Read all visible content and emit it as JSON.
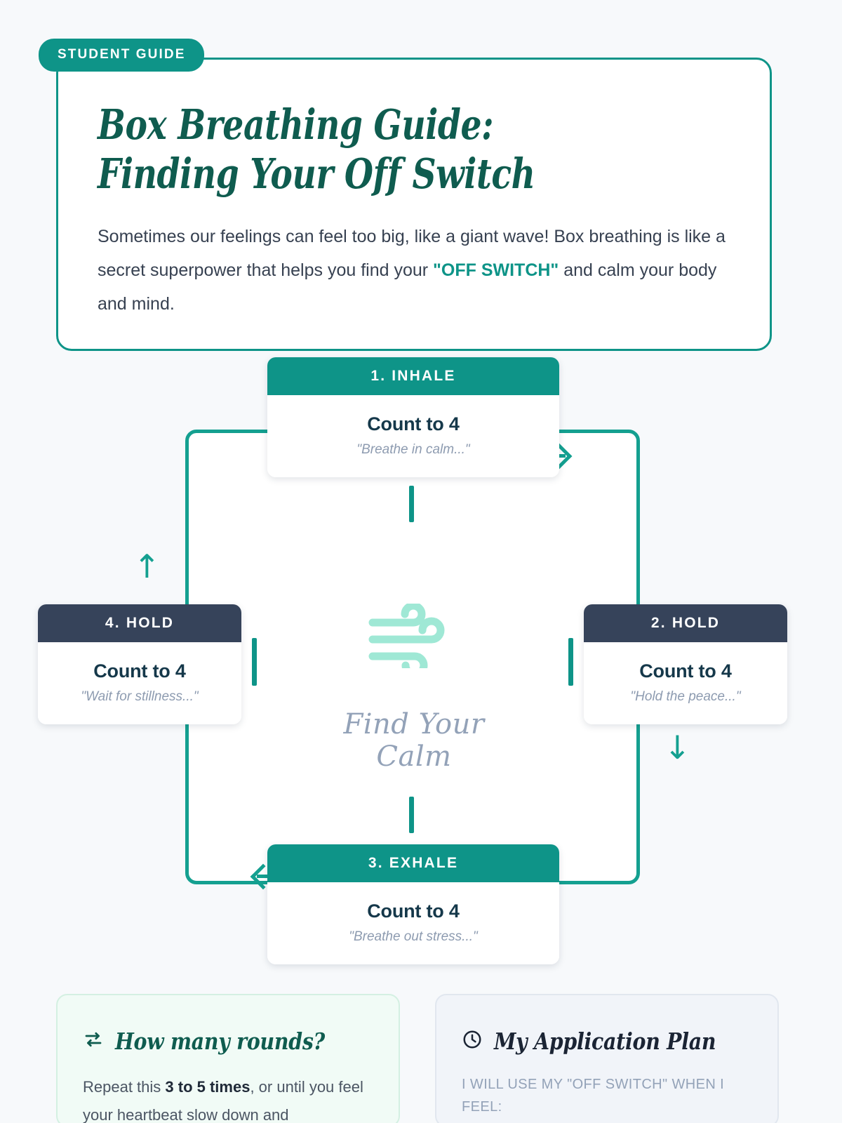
{
  "header": {
    "badge": "STUDENT GUIDE",
    "title": "Box Breathing Guide: Finding Your Off Switch",
    "paragraph_part1": "Sometimes our feelings can feel too big, like a giant wave! Box breathing is like a secret superpower that helps you find your ",
    "paragraph_highlight": "\"OFF SWITCH\"",
    "paragraph_part2": " and calm your body and mind."
  },
  "cycle": {
    "center_icon": "wind-icon",
    "center_caption": "Find Your Calm",
    "phases": [
      {
        "header": "1. INHALE",
        "count": "Count to 4",
        "quote": "\"Breathe in calm...\"",
        "style": "teal"
      },
      {
        "header": "2. HOLD",
        "count": "Count to 4",
        "quote": "\"Hold the peace...\"",
        "style": "navy"
      },
      {
        "header": "3. EXHALE",
        "count": "Count to 4",
        "quote": "\"Breathe out stress...\"",
        "style": "teal"
      },
      {
        "header": "4. HOLD",
        "count": "Count to 4",
        "quote": "\"Wait for stillness...\"",
        "style": "navy"
      }
    ],
    "arrow_up": "↑",
    "arrow_down": "↓"
  },
  "cards": {
    "rounds": {
      "icon": "repeat-icon",
      "title": "How many rounds?",
      "text_part1": "Repeat this ",
      "text_bold": "3 to 5 times",
      "text_part2": ", or until you feel your heartbeat slow down and"
    },
    "plan": {
      "icon": "clock-icon",
      "title": "My Application Plan",
      "prompt": "I WILL USE MY \"OFF SWITCH\" WHEN I FEEL:"
    }
  },
  "colors": {
    "teal": "#0e9488",
    "teal_ring": "#14a090",
    "navy": "#36435a",
    "dark_green": "#0f5c4f",
    "mint": "#9fe8d5",
    "page_bg": "#f7f9fb",
    "muted": "#93a2b8"
  }
}
